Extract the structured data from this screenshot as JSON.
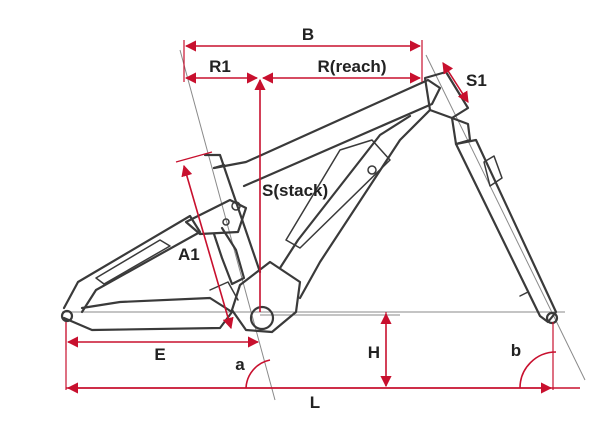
{
  "labels": {
    "B": "B",
    "R1": "R1",
    "R": "R(reach)",
    "S1": "S1",
    "S": "S(stack)",
    "A1": "A1",
    "E": "E",
    "a": "a",
    "H": "H",
    "b": "b",
    "L": "L"
  },
  "colors": {
    "dimension": "#c8102e",
    "frame": "#3a3a3a",
    "guide": "#8a8a8a",
    "text": "#222222"
  }
}
